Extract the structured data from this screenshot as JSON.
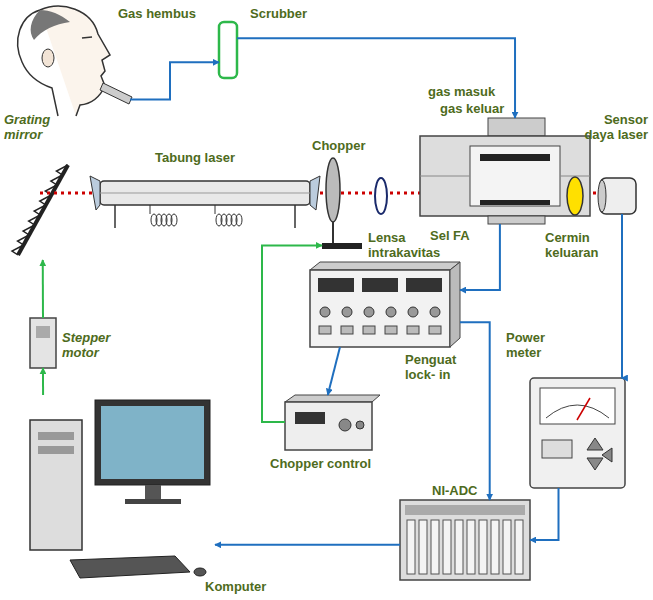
{
  "diagram": {
    "nodes": [
      {
        "text": [
          "Gas hembus"
        ]
      },
      {
        "text": [
          "Scrubber"
        ]
      },
      {
        "text": [
          "Grating mirror"
        ]
      },
      {
        "text": [
          "Tabung laser"
        ]
      },
      {
        "text": [
          "Chopper"
        ]
      },
      {
        "text": [
          "Lensa intrakavitas"
        ]
      },
      {
        "text": [
          "Sel FA"
        ]
      },
      {
        "text": [
          "Cermin keluaran"
        ]
      },
      {
        "text": [
          "Sensor daya laser"
        ]
      },
      {
        "text": [
          "Stepper motor"
        ]
      },
      {
        "text": [
          "Penguat lock- in"
        ]
      },
      {
        "text": [
          "Power meter"
        ]
      },
      {
        "text": [
          "Chopper control"
        ]
      },
      {
        "text": [
          "NI-ADC"
        ]
      },
      {
        "text": [
          "Komputer"
        ]
      }
    ],
    "edges": [
      {
        "from": 0,
        "to": 1,
        "arrow": "to"
      },
      {
        "from": 1,
        "to": 6,
        "arrow": "to"
      },
      {
        "from": 6,
        "to": 10,
        "arrow": "to"
      },
      {
        "from": 10,
        "to": 13,
        "arrow": "to"
      },
      {
        "from": 10,
        "to": 12,
        "arrow": "to"
      },
      {
        "from": 12,
        "to": 4,
        "arrow": "to"
      },
      {
        "from": 8,
        "to": 11,
        "arrow": "to"
      },
      {
        "from": 11,
        "to": 13,
        "arrow": "to"
      },
      {
        "from": 13,
        "to": 14,
        "arrow": "to"
      },
      {
        "from": 14,
        "to": 9,
        "arrow": "to"
      },
      {
        "from": 9,
        "to": 2,
        "arrow": "to"
      }
    ],
    "labels": [
      "gas masuk",
      "gas keluar"
    ]
  }
}
